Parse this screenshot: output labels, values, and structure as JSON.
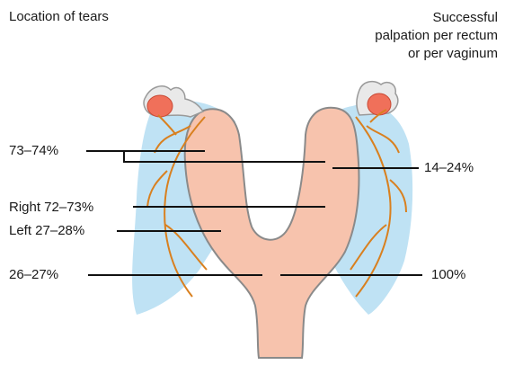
{
  "header": {
    "left_title": "Location of tears",
    "right_title_lines": [
      "Successful",
      "palpation per rectum",
      "or per vaginum"
    ]
  },
  "labels": {
    "left": [
      "73–74%",
      "Right 72–73%",
      "Left 27–28%",
      "26–27%"
    ],
    "right": [
      "14–24%",
      "100%"
    ]
  },
  "colors": {
    "uterus_fill": "#f7c3ad",
    "uterus_stroke": "#8a8a8a",
    "ligament_fill": "#bfe2f4",
    "vessel": "#d9801f",
    "ovary": "#f0705a",
    "leader_line": "#111111"
  }
}
